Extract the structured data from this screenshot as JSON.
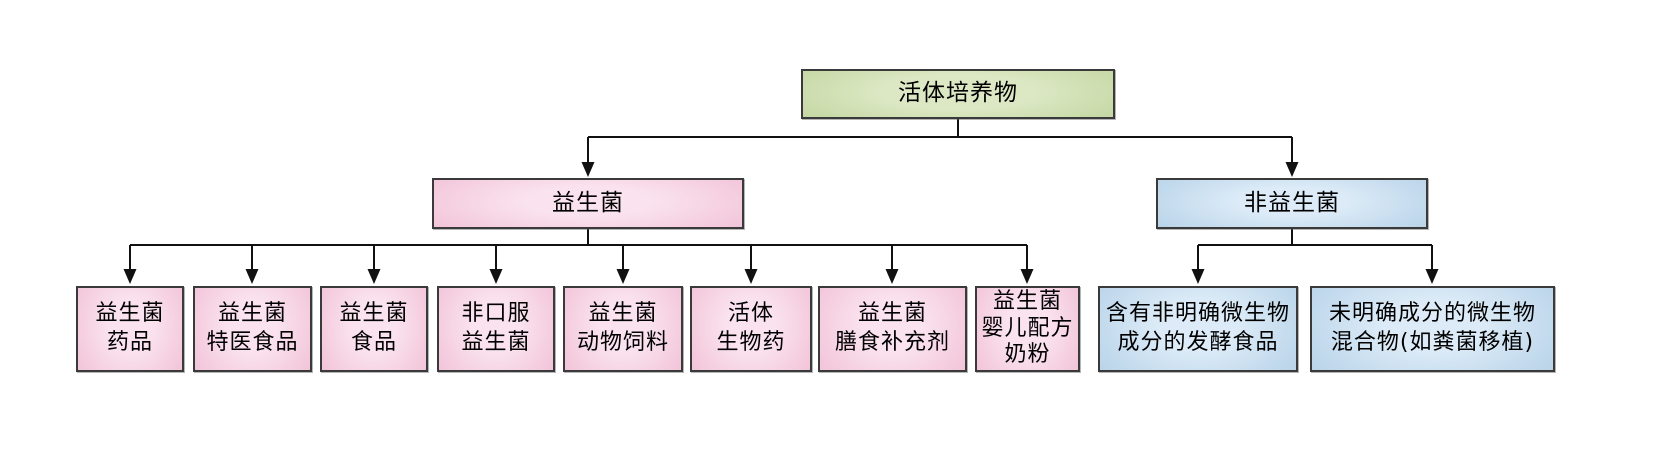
{
  "colors": {
    "background": "#ffffff",
    "border": "#3a3a3a",
    "line": "#111111",
    "root_fill_center": "#dce8c4",
    "root_fill_edge": "#b9cf93",
    "probiotic_fill_center": "#fae3ee",
    "probiotic_fill_edge": "#efb6d0",
    "non_probiotic_fill_center": "#dcebf7",
    "non_probiotic_fill_edge": "#a9c9e3"
  },
  "tree": {
    "root": {
      "label": "活体培养物"
    },
    "branches": [
      {
        "label": "益生菌",
        "children": [
          {
            "lines": [
              "益生菌",
              "药品"
            ]
          },
          {
            "lines": [
              "益生菌",
              "特医食品"
            ]
          },
          {
            "lines": [
              "益生菌",
              "食品"
            ]
          },
          {
            "lines": [
              "非口服",
              "益生菌"
            ]
          },
          {
            "lines": [
              "益生菌",
              "动物饲料"
            ]
          },
          {
            "lines": [
              "活体",
              "生物药"
            ]
          },
          {
            "lines": [
              "益生菌",
              "膳食补充剂"
            ]
          },
          {
            "lines": [
              "益生菌",
              "婴儿配方",
              "奶粉"
            ]
          }
        ]
      },
      {
        "label": "非益生菌",
        "children": [
          {
            "lines": [
              "含有非明确微生物",
              "成分的发酵食品"
            ]
          },
          {
            "lines": [
              "未明确成分的微生物",
              "混合物(如粪菌移植)"
            ]
          }
        ]
      }
    ]
  }
}
